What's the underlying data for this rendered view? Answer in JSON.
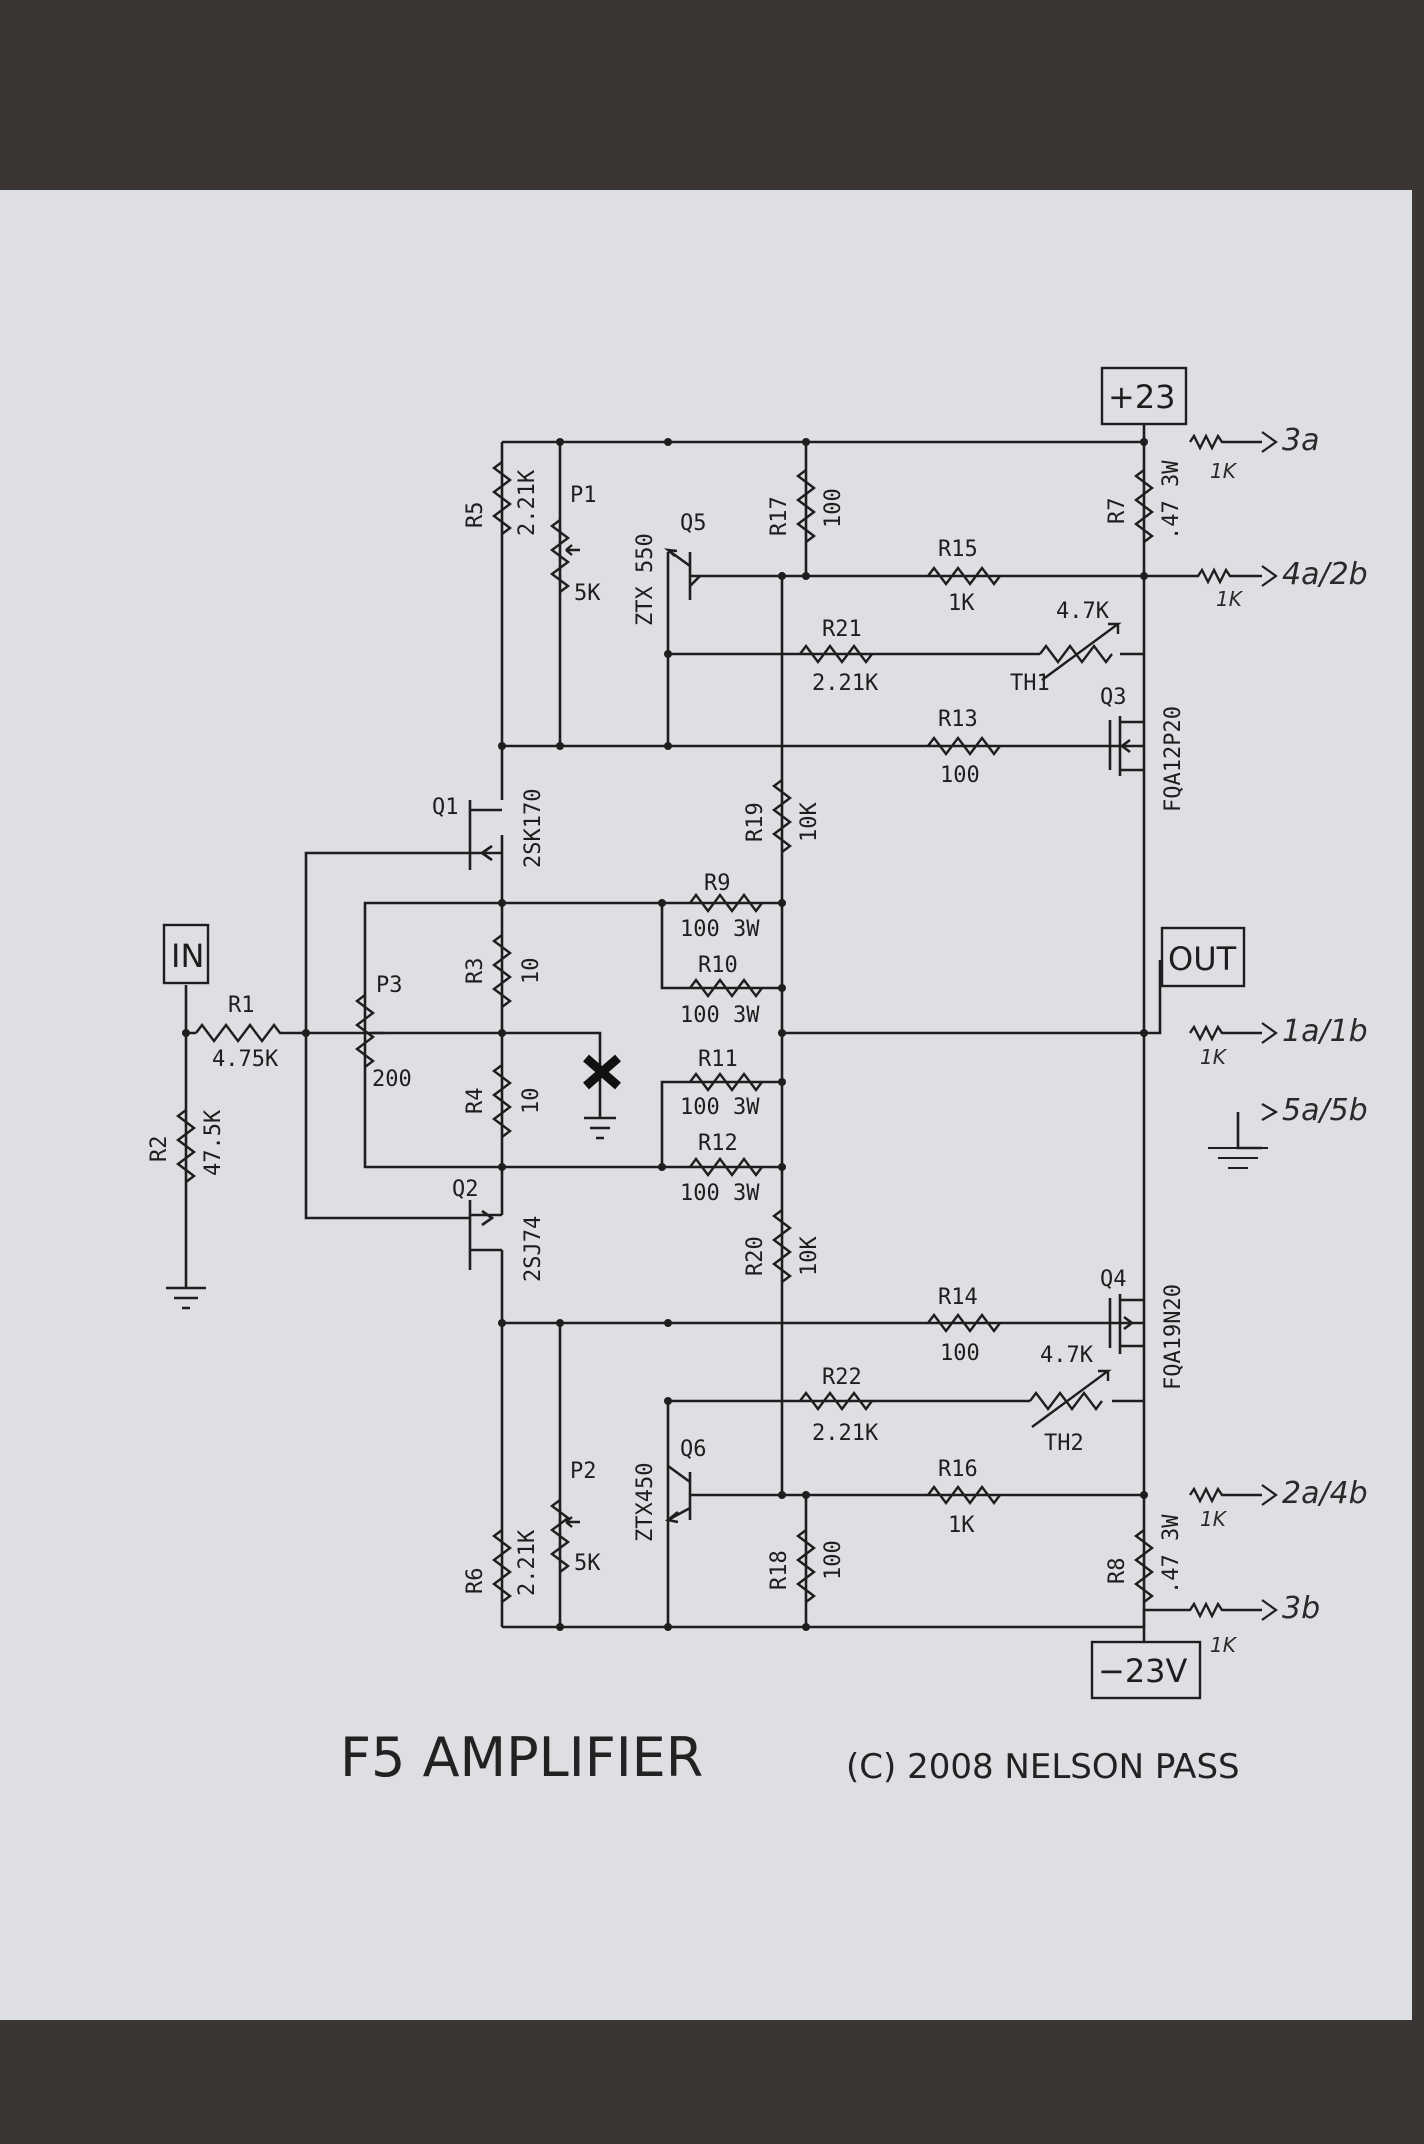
{
  "title": "F5 AMPLIFIER",
  "copyright": "(C) 2008 NELSON PASS",
  "rails": {
    "positive": "+23",
    "negative": "−23V"
  },
  "ports": {
    "input": "IN",
    "output": "OUT"
  },
  "components": {
    "R1": {
      "ref": "R1",
      "value": "4.75K"
    },
    "R2": {
      "ref": "R2",
      "value": "47.5K"
    },
    "R3": {
      "ref": "R3",
      "value": "10"
    },
    "R4": {
      "ref": "R4",
      "value": "10"
    },
    "R5": {
      "ref": "R5",
      "value": "2.21K"
    },
    "R6": {
      "ref": "R6",
      "value": "2.21K"
    },
    "R7": {
      "ref": "R7",
      "value": ".47 3W"
    },
    "R8": {
      "ref": "R8",
      "value": ".47 3W"
    },
    "R9": {
      "ref": "R9",
      "value": "100 3W"
    },
    "R10": {
      "ref": "R10",
      "value": "100 3W"
    },
    "R11": {
      "ref": "R11",
      "value": "100 3W"
    },
    "R12": {
      "ref": "R12",
      "value": "100 3W"
    },
    "R13": {
      "ref": "R13",
      "value": "100"
    },
    "R14": {
      "ref": "R14",
      "value": "100"
    },
    "R15": {
      "ref": "R15",
      "value": "1K"
    },
    "R16": {
      "ref": "R16",
      "value": "1K"
    },
    "R17": {
      "ref": "R17",
      "value": "100"
    },
    "R18": {
      "ref": "R18",
      "value": "100"
    },
    "R19": {
      "ref": "R19",
      "value": "10K"
    },
    "R20": {
      "ref": "R20",
      "value": "10K"
    },
    "R21": {
      "ref": "R21",
      "value": "2.21K"
    },
    "R22": {
      "ref": "R22",
      "value": "2.21K"
    },
    "P1": {
      "ref": "P1",
      "value": "5K"
    },
    "P2": {
      "ref": "P2",
      "value": "5K"
    },
    "P3": {
      "ref": "P3",
      "value": "200"
    },
    "TH1": {
      "ref": "TH1",
      "value": "4.7K"
    },
    "TH2": {
      "ref": "TH2",
      "value": "4.7K"
    },
    "Q1": {
      "ref": "Q1",
      "part": "2SK170"
    },
    "Q2": {
      "ref": "Q2",
      "part": "2SJ74"
    },
    "Q3": {
      "ref": "Q3",
      "part": "FQA12P20"
    },
    "Q4": {
      "ref": "Q4",
      "part": "FQA19N20"
    },
    "Q5": {
      "ref": "Q5",
      "part": "ZTX 550"
    },
    "Q6": {
      "ref": "Q6",
      "part": "ZTX450"
    }
  },
  "handwritten": {
    "to_3a": "3a",
    "to_4a2b": "4a/2b",
    "to_1a1b": "1a/1b",
    "to_5a5b": "5a/5b",
    "to_2a4b": "2a/4b",
    "to_3b": "3b",
    "res_1k": "1K",
    "res_1k_b": "1K",
    "res_1k_c": "1K",
    "res_1k_d": "1K",
    "res_1k_e": "1K"
  }
}
